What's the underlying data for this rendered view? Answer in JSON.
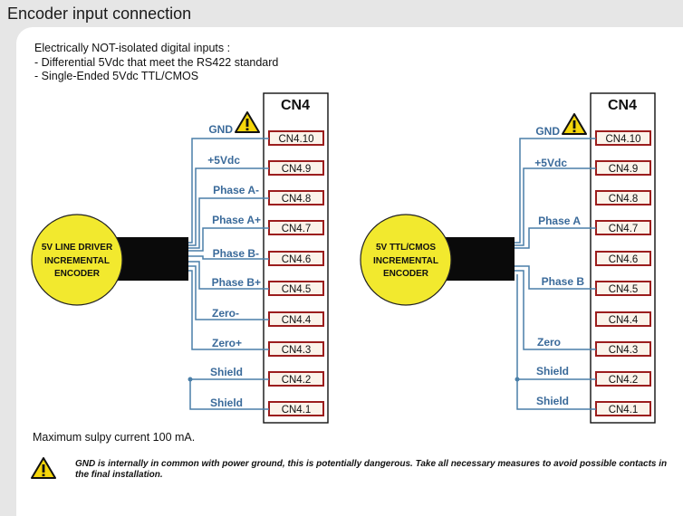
{
  "title": "Encoder input connection",
  "description": [
    "Electrically NOT-isolated digital inputs :",
    "- Differential 5Vdc that meet the RS422 standard",
    "- Single-Ended 5Vdc TTL/CMOS"
  ],
  "connector_title": "CN4",
  "pins": [
    "CN4.10",
    "CN4.9",
    "CN4.8",
    "CN4.7",
    "CN4.6",
    "CN4.5",
    "CN4.4",
    "CN4.3",
    "CN4.2",
    "CN4.1"
  ],
  "left_encoder": {
    "label": [
      "5V LINE DRIVER",
      "INCREMENTAL",
      "ENCODER"
    ],
    "signals": [
      "GND",
      "+5Vdc",
      "Phase A-",
      "Phase A+",
      "Phase B-",
      "Phase B+",
      "Zero-",
      "Zero+",
      "Shield",
      "Shield"
    ]
  },
  "right_encoder": {
    "label": [
      "5V TTL/CMOS",
      "INCREMENTAL",
      "ENCODER"
    ],
    "signals": [
      "GND",
      "+5Vdc",
      "Phase A",
      "Phase B",
      "Zero",
      "Shield",
      "Shield"
    ]
  },
  "max_current": "Maximum sulpy current 100 mA.",
  "warning": "GND is internally in common with power ground, this is potentially dangerous. Take all necessary measures to avoid possible contacts in the final installation.",
  "colors": {
    "wire": "#4a7fa8",
    "label": "#3a6a9a",
    "encoder": "#f2e92e",
    "pin_border": "#9b1d1d"
  }
}
